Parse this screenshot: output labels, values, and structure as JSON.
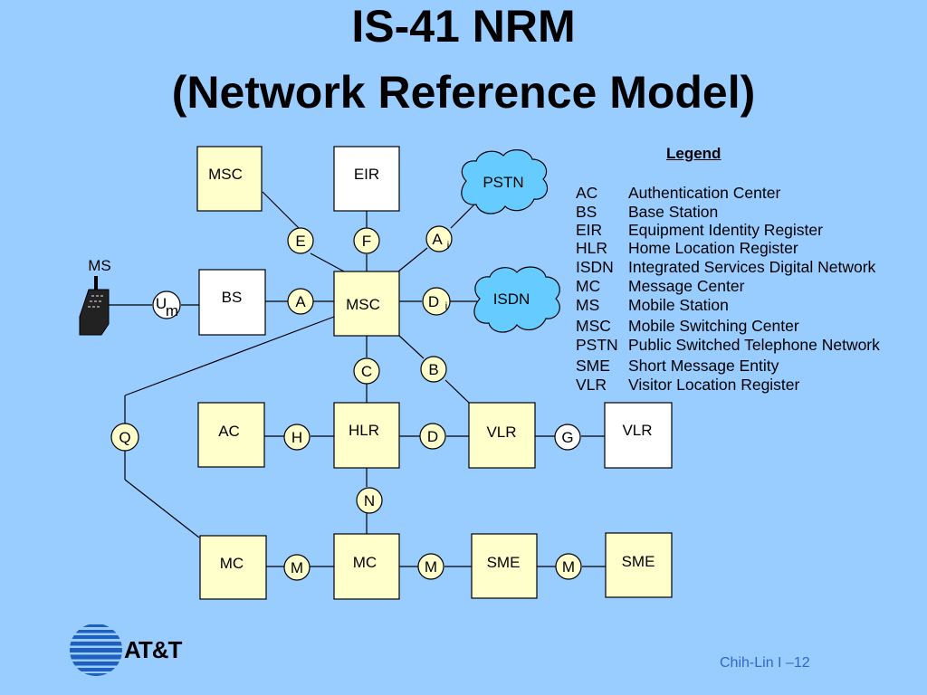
{
  "title": {
    "line1": "IS-41 NRM",
    "line2": "(Network Reference Model)"
  },
  "nodes": {
    "msc_top": "MSC",
    "eir": "EIR",
    "pstn": "PSTN",
    "bs": "BS",
    "msc_center": "MSC",
    "isdn": "ISDN",
    "ms": "MS",
    "ac": "AC",
    "hlr": "HLR",
    "vlr1": "VLR",
    "vlr2": "VLR",
    "mc1": "MC",
    "mc2": "MC",
    "sme1": "SME",
    "sme2": "SME"
  },
  "interfaces": {
    "e": "E",
    "f": "F",
    "a_i_main": "A",
    "a_i_sub": "i",
    "um_main": "U",
    "um_sub": "m",
    "a": "A",
    "d_i_main": "D",
    "d_i_sub": "i",
    "c": "C",
    "b": "B",
    "q": "Q",
    "h": "H",
    "d": "D",
    "g": "G",
    "n": "N",
    "m1": "M",
    "m2": "M",
    "m3": "M"
  },
  "legend": {
    "title": "Legend",
    "items": [
      {
        "abbr": "AC",
        "desc": "Authentication Center"
      },
      {
        "abbr": "BS",
        "desc": "Base Station"
      },
      {
        "abbr": "EIR",
        "desc": "Equipment Identity Register"
      },
      {
        "abbr": "HLR",
        "desc": "Home Location Register"
      },
      {
        "abbr": "ISDN",
        "desc": "Integrated Services Digital Network"
      },
      {
        "abbr": "MC",
        "desc": "Message Center"
      },
      {
        "abbr": "MS",
        "desc": "Mobile Station"
      },
      {
        "abbr": "MSC",
        "desc": "Mobile Switching Center"
      },
      {
        "abbr": "PSTN",
        "desc": "Public Switched Telephone Network"
      },
      {
        "abbr": "SME",
        "desc": "Short Message Entity"
      },
      {
        "abbr": "VLR",
        "desc": "Visitor Location Register"
      }
    ]
  },
  "logo": {
    "text": "AT&T"
  },
  "footer": {
    "text": "Chih-Lin I –12"
  },
  "colors": {
    "background": "#99CCFF",
    "node_fill": "#FFFFCC",
    "cloud_fill": "#66CCFF",
    "footer_text": "#3366CC",
    "logo_blue": "#1F5FBF"
  }
}
